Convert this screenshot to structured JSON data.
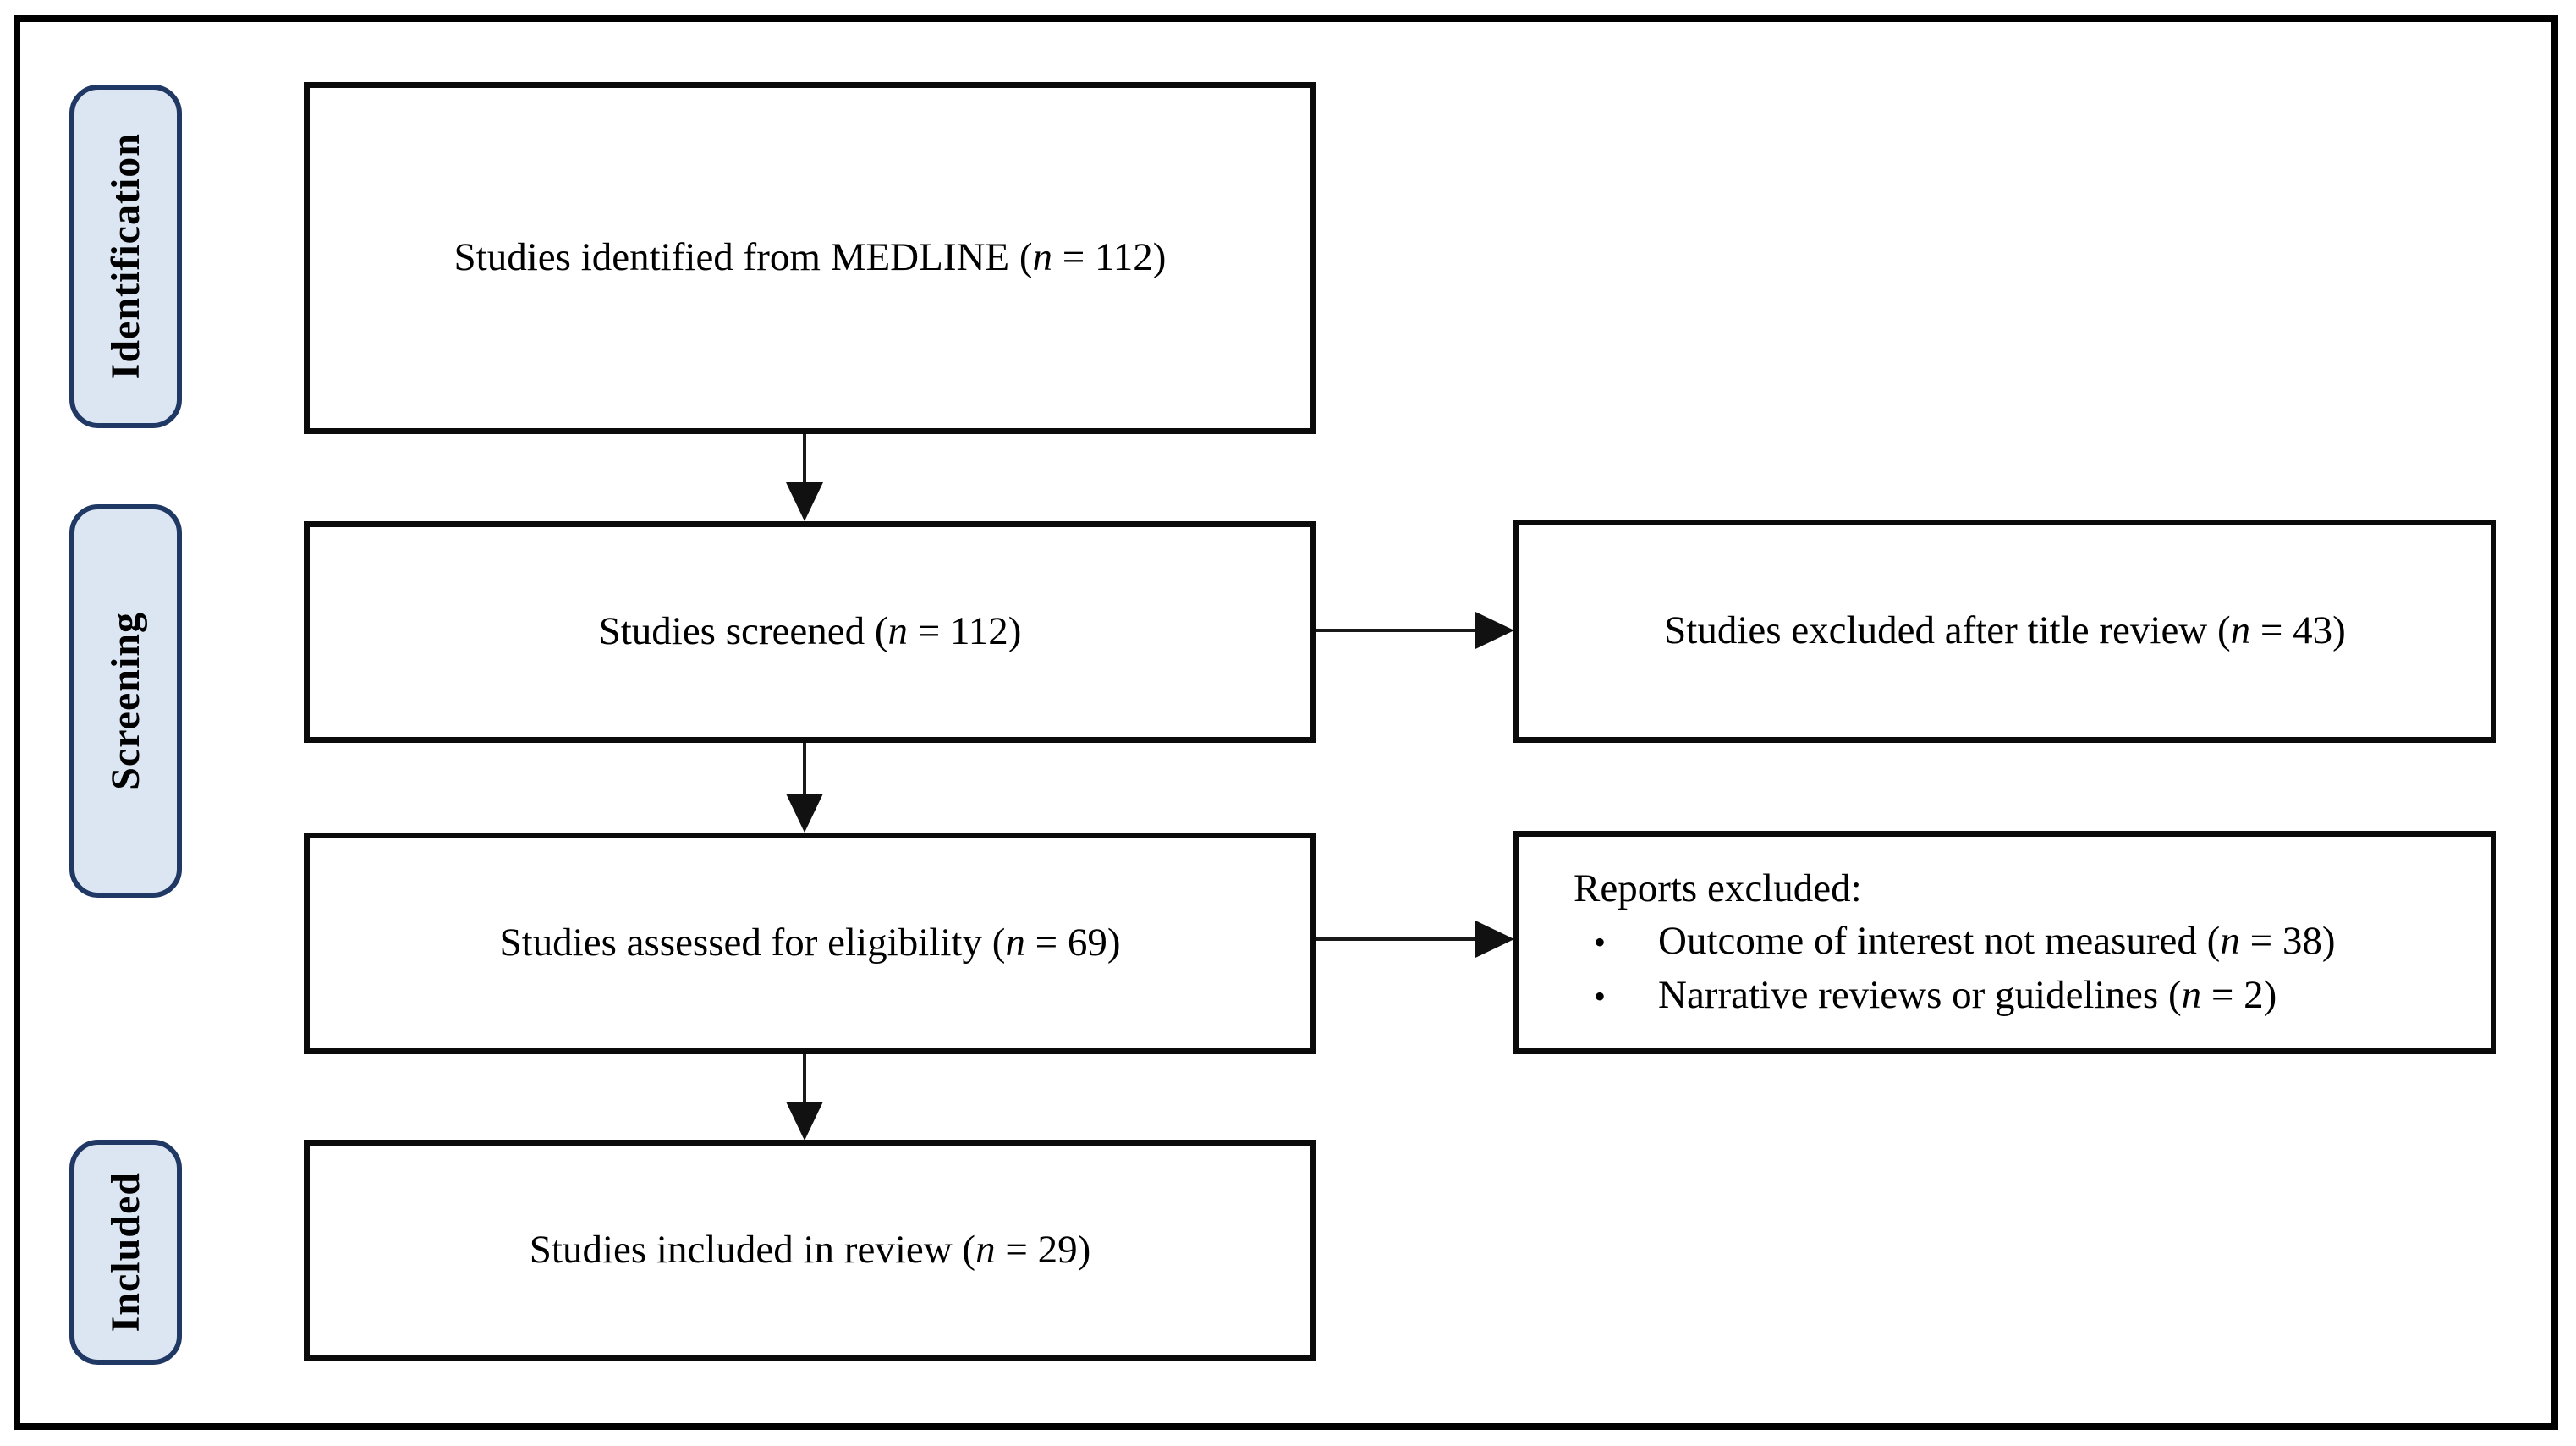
{
  "diagram": {
    "type": "prisma-flow-diagram",
    "bullet_char": "•",
    "colors": {
      "background": "#ffffff",
      "outer_border": "#000000",
      "box_border": "#0b0b0b",
      "stage_fill": "#dce6f3",
      "stage_border": "#1f3864",
      "arrow": "#1a1a1a",
      "text": "#000000"
    },
    "stages": [
      {
        "label": "Identification"
      },
      {
        "label": "Screening"
      },
      {
        "label": "Included"
      }
    ],
    "main_boxes": [
      {
        "text": "Studies identified from MEDLINE (n = 112)"
      },
      {
        "text": "Studies screened (n = 112)"
      },
      {
        "text": "Studies assessed for eligibility (n = 69)"
      },
      {
        "text": "Studies included in review (n = 29)"
      }
    ],
    "side_boxes": [
      {
        "text": "Studies excluded after title review (n = 43)"
      },
      {
        "heading": "Reports excluded:",
        "items": [
          "Outcome of interest not measured (n = 38)",
          "Narrative reviews or guidelines (n = 2)"
        ]
      }
    ]
  }
}
